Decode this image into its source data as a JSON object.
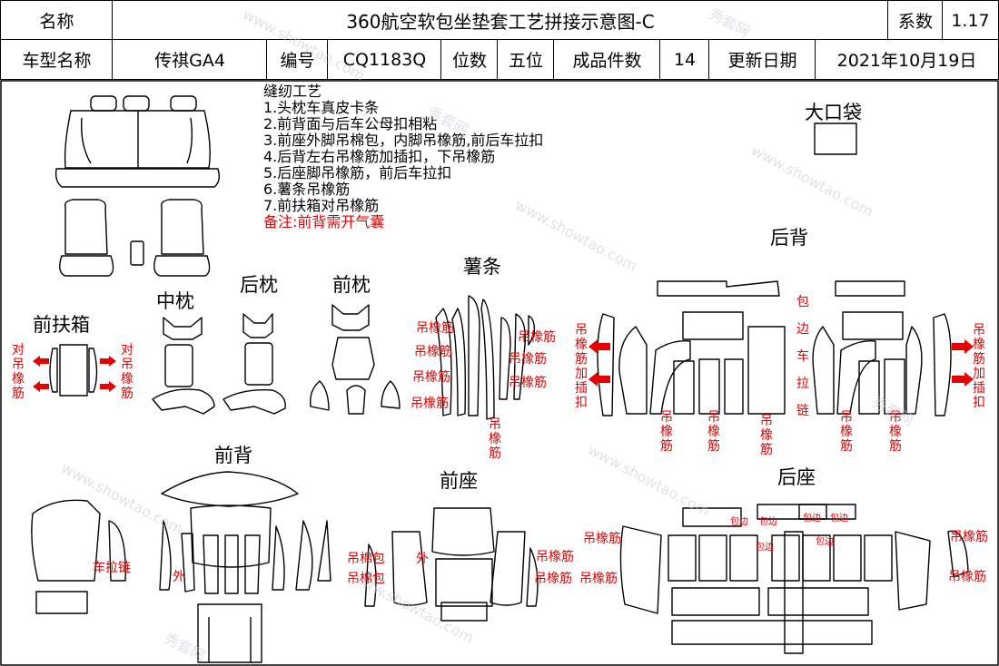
{
  "header": {
    "name_label": "名称",
    "title": "360航空软包坐垫套工艺拼接示意图-C",
    "coef_label": "系数",
    "coef_value": "1.17",
    "model_label": "车型名称",
    "model_value": "传祺GA4",
    "code_label": "编号",
    "code_value": "CQ1183Q",
    "seats_label": "位数",
    "seats_value": "五位",
    "pieces_label": "成品件数",
    "pieces_value": "14",
    "date_label": "更新日期",
    "date_value": "2021年10月19日"
  },
  "notes": {
    "title": "缝纫工艺",
    "items": [
      "1.头枕车真皮卡条",
      "2.前背面与后车公母扣相粘",
      "3.前座外脚吊棉包，内脚吊橡筋,前后车拉扣",
      "4.后背左右吊橡筋加插扣，下吊橡筋",
      "5.后座脚吊橡筋，前后车拉扣",
      "6.薯条吊橡筋",
      "7.前扶箱对吊橡筋"
    ],
    "remark": "备注:前背需开气囊"
  },
  "sections": {
    "big_pocket": "大口袋",
    "front_armrest": "前扶箱",
    "middle_pillow": "中枕",
    "rear_pillow": "后枕",
    "front_pillow": "前枕",
    "fries": "薯条",
    "rear_back": "后背",
    "front_back": "前背",
    "front_seat": "前座",
    "rear_seat": "后座"
  },
  "annotations": {
    "hang_elastic": "吊橡筋",
    "pair_hang_elastic": "对吊橡筋",
    "hang_elastic_plus_buckle": "吊橡筋加插扣",
    "edge_car_zipper": "包边车拉链",
    "car_zipper": "车拉链",
    "outer": "外",
    "hang_cotton_bag": "吊棉包",
    "edge_wrap": "包边",
    "edge_wrap_small": "包边"
  },
  "watermark": {
    "text1": "www.showtao.com",
    "text2": "秀套网"
  },
  "colors": {
    "annotation_red": "#e60000",
    "line": "#000000",
    "watermark": "#c9c9d6"
  }
}
